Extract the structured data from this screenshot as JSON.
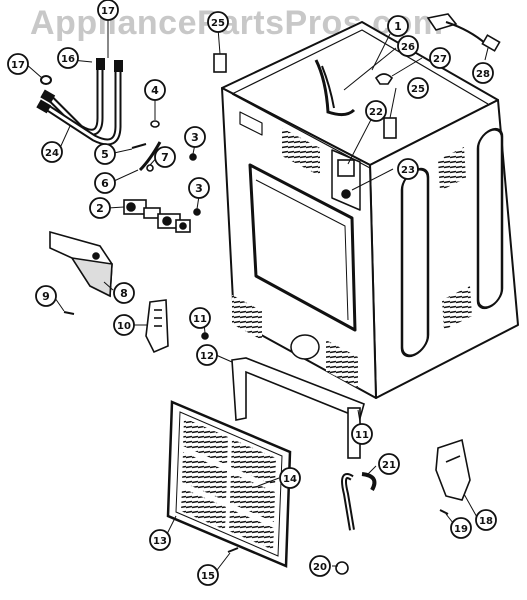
{
  "watermark": "AppliancePartsPros.com",
  "callouts": [
    {
      "id": "c1",
      "label": "1"
    },
    {
      "id": "c2",
      "label": "2"
    },
    {
      "id": "c3a",
      "label": "3"
    },
    {
      "id": "c3b",
      "label": "3"
    },
    {
      "id": "c4",
      "label": "4"
    },
    {
      "id": "c5",
      "label": "5"
    },
    {
      "id": "c6",
      "label": "6"
    },
    {
      "id": "c7",
      "label": "7"
    },
    {
      "id": "c8",
      "label": "8"
    },
    {
      "id": "c9",
      "label": "9"
    },
    {
      "id": "c10",
      "label": "10"
    },
    {
      "id": "c11a",
      "label": "11"
    },
    {
      "id": "c11b",
      "label": "11"
    },
    {
      "id": "c12",
      "label": "12"
    },
    {
      "id": "c13",
      "label": "13"
    },
    {
      "id": "c14",
      "label": "14"
    },
    {
      "id": "c15",
      "label": "15"
    },
    {
      "id": "c16",
      "label": "16"
    },
    {
      "id": "c17a",
      "label": "17"
    },
    {
      "id": "c17b",
      "label": "17"
    },
    {
      "id": "c18",
      "label": "18"
    },
    {
      "id": "c19",
      "label": "19"
    },
    {
      "id": "c20",
      "label": "20"
    },
    {
      "id": "c21",
      "label": "21"
    },
    {
      "id": "c22",
      "label": "22"
    },
    {
      "id": "c23",
      "label": "23"
    },
    {
      "id": "c24",
      "label": "24"
    },
    {
      "id": "c25a",
      "label": "25"
    },
    {
      "id": "c25b",
      "label": "25"
    },
    {
      "id": "c26",
      "label": "26"
    },
    {
      "id": "c27",
      "label": "27"
    },
    {
      "id": "c28",
      "label": "28"
    }
  ]
}
